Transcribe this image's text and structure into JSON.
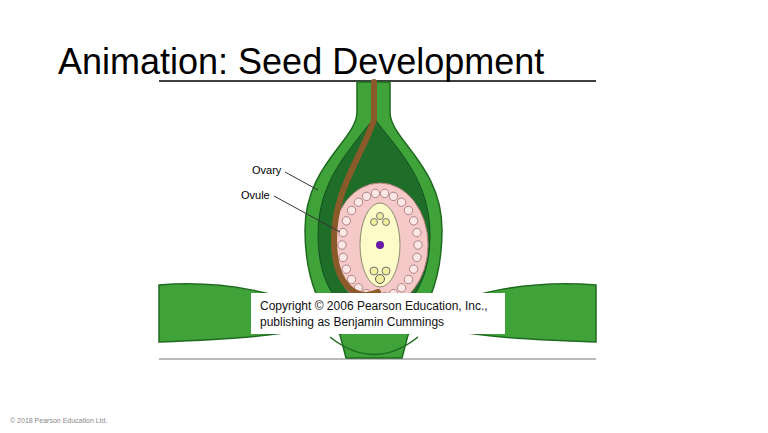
{
  "diagram": {
    "title": "Animation: Seed Development",
    "nodes": [
      {
        "text": [
          "Copyright © 2006 Pearson Education, Inc., publishing as Benjamin Cummings"
        ]
      }
    ],
    "labels": [
      "Ovary",
      "Ovule",
      "© 2018 Pearson Education Ltd."
    ]
  }
}
